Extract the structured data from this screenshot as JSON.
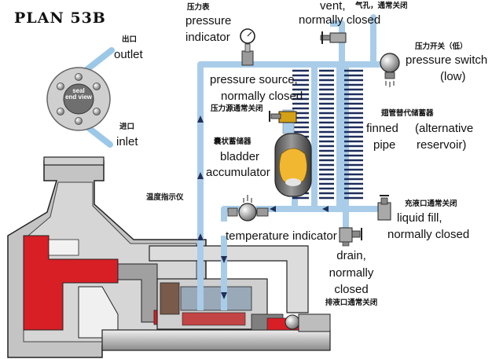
{
  "diagram": {
    "title": "PLAN 53B",
    "seal_view": {
      "line1": "seal",
      "line2": "end view"
    },
    "outlet": {
      "cn": "出口",
      "en": "outlet"
    },
    "inlet": {
      "cn": "进口",
      "en": "inlet"
    },
    "pressure_indicator": {
      "cn": "压力表",
      "en_line1": "pressure",
      "en_line2": "indicator"
    },
    "vent": {
      "cn": "气孔，通常关闭",
      "en_line1": "vent,",
      "en_line2": "normally closed"
    },
    "pressure_switch": {
      "cn": "压力开关（低）",
      "en_line1": "pressure switch",
      "en_line2": "(low)"
    },
    "pressure_source": {
      "cn": "压力源通常关闭",
      "en_line1": "pressure source,",
      "en_line2": "normally closed"
    },
    "finned_pipe": {
      "cn": "翅管替代储蓄器",
      "en_line1": "finned",
      "en_line2": "pipe",
      "alt_line1": "(alternative",
      "alt_line2": "reservoir)"
    },
    "bladder_accumulator": {
      "cn": "囊状蓄储器",
      "en_line1": "bladder",
      "en_line2": "accumulator"
    },
    "temperature_indicator": {
      "cn": "温度指示仪",
      "en": "temperature indicator"
    },
    "liquid_fill": {
      "cn": "充液口通常关闭",
      "en_line1": "liquid fill,",
      "en_line2": "normally closed"
    },
    "drain": {
      "cn": "排液口通常关闭",
      "en_line1": "drain,",
      "en_line2": "normally",
      "en_line3": "closed"
    }
  },
  "colors": {
    "pipe": "#a9cde9",
    "pump_gray": "#bdbdbd",
    "seal_red": "#d81f26",
    "fins": "#1d2d5c",
    "arrow": "#1e2f5a"
  }
}
